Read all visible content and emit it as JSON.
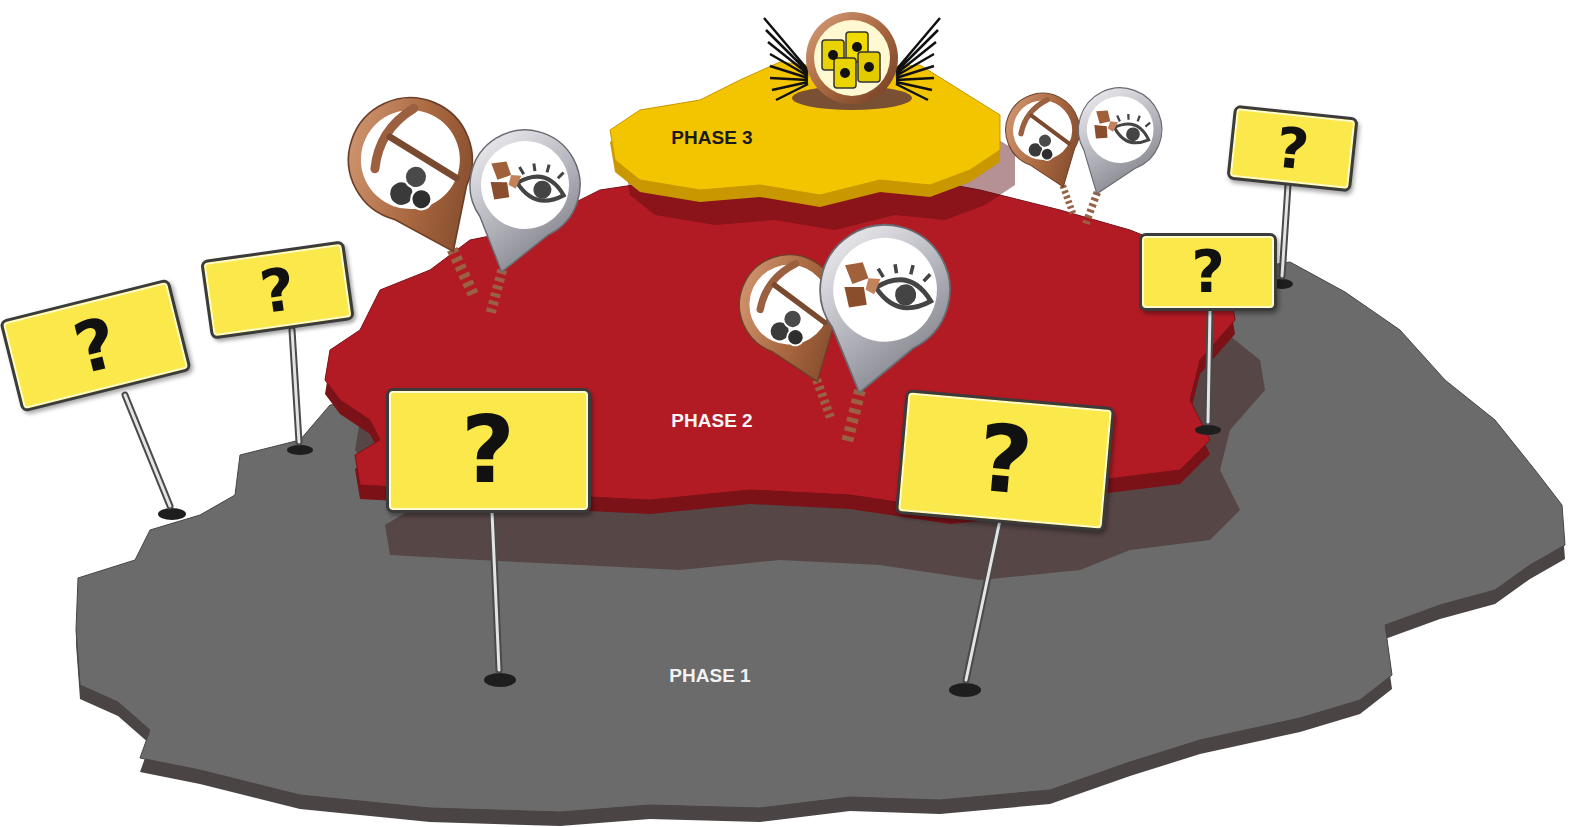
{
  "diagram": {
    "nodes": [
      {
        "text": [
          "PHASE 1"
        ]
      },
      {
        "text": [
          "PHASE 2"
        ],
        "in": 0
      },
      {
        "text": [
          "PHASE 3"
        ],
        "in": 1
      },
      {
        "text": [
          "?"
        ]
      },
      {
        "text": [
          "?"
        ]
      },
      {
        "text": [
          "?"
        ]
      },
      {
        "text": [
          "?"
        ]
      },
      {
        "text": [
          "?"
        ]
      },
      {
        "text": [
          "?"
        ]
      }
    ]
  }
}
